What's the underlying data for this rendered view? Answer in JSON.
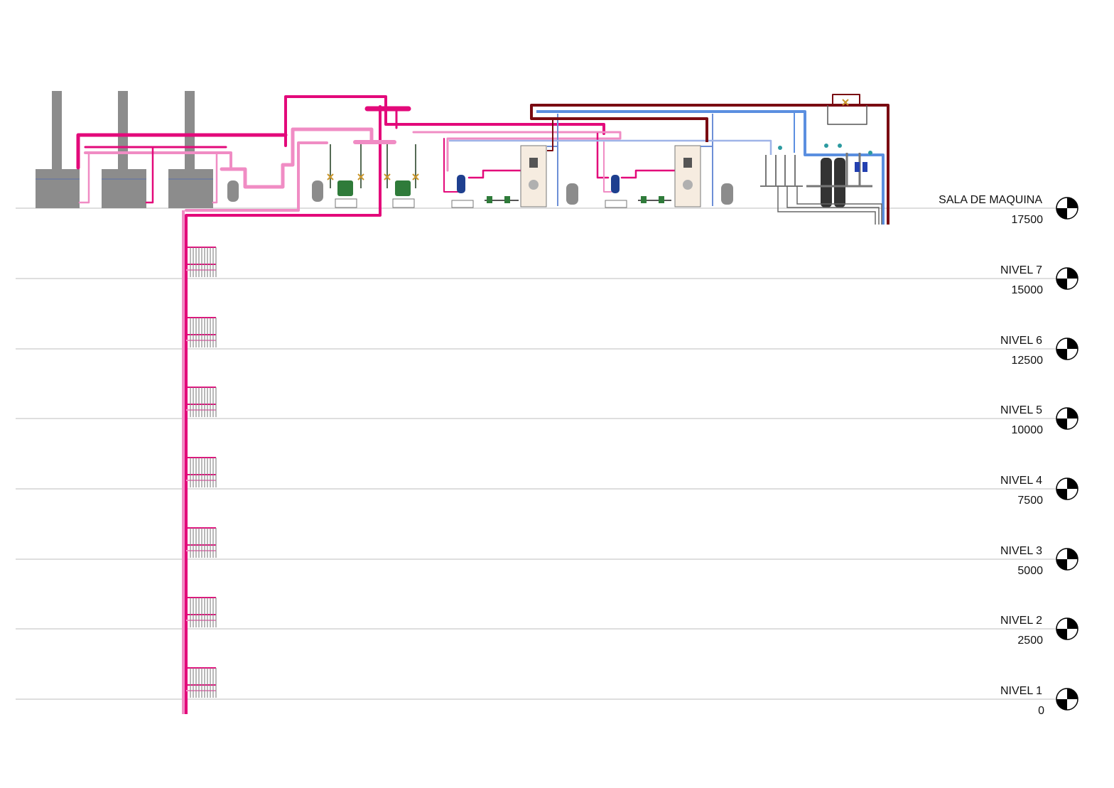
{
  "levels": [
    {
      "name": "SALA DE MAQUINA",
      "elevation": "17500"
    },
    {
      "name": "NIVEL 7",
      "elevation": "15000"
    },
    {
      "name": "NIVEL 6",
      "elevation": "12500"
    },
    {
      "name": "NIVEL 5",
      "elevation": "10000"
    },
    {
      "name": "NIVEL 4",
      "elevation": "7500"
    },
    {
      "name": "NIVEL 3",
      "elevation": "5000"
    },
    {
      "name": "NIVEL 2",
      "elevation": "2500"
    },
    {
      "name": "NIVEL 1",
      "elevation": "0"
    }
  ],
  "colors": {
    "hot_supply": "#e3097a",
    "hot_return": "#f08cc4",
    "cold_water": "#5b8fe0",
    "cold_light": "#9fb4e8",
    "recirculation": "#7a0b12",
    "equipment_grey": "#8c8c8c",
    "level_line": "#bdbdbd"
  }
}
